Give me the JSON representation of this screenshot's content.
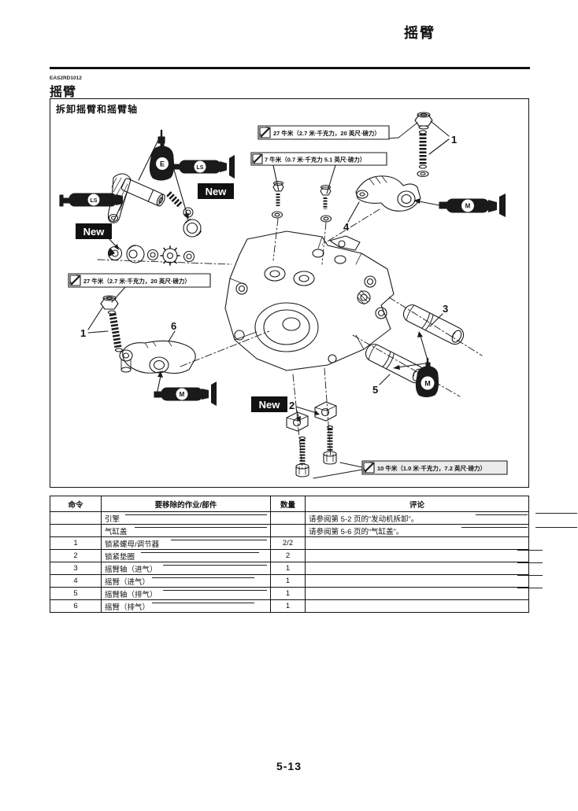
{
  "page": {
    "header_title": "摇臂",
    "section_code": "EAS2RD1012",
    "section_title": "摇臂",
    "page_number": "5-13"
  },
  "diagram": {
    "title": "拆卸摇臂和摇臂轴",
    "torque_notes": {
      "a": "27 牛米（2.7 米·千克力，20 英尺·磅力）",
      "b": "7 牛米（0.7 米·千克力 5.1 英尺·磅力）",
      "c": "27 牛米（2.7 米·千克力，20 英尺·磅力）",
      "d": "10 牛米（1.0 米·千克力，7.2 英尺·磅力）"
    },
    "markers": {
      "new_label": "New",
      "engine_oil": "E",
      "lithium_grease": "LS",
      "moly": "M"
    },
    "callouts": {
      "c1": "1",
      "c2": "2",
      "c3": "3",
      "c4": "4",
      "c5": "5",
      "c6": "6"
    }
  },
  "table": {
    "headers": {
      "order": "命令",
      "job": "要移除的作业/部件",
      "qty": "数量",
      "remarks": "评论"
    },
    "rows": [
      {
        "order": "",
        "job": "引擎",
        "qty": "",
        "remarks": "请参阅第 5-2 页的“发动机拆卸”。"
      },
      {
        "order": "",
        "job": "气缸盖",
        "qty": "",
        "remarks": "请参阅第 5-6 页的“气缸盖”。"
      },
      {
        "order": "1",
        "job": "锁紧螺母/调节器",
        "qty": "2/2",
        "remarks": ""
      },
      {
        "order": "2",
        "job": "锁紧垫圈",
        "qty": "2",
        "remarks": ""
      },
      {
        "order": "3",
        "job": "摇臂轴（进气）",
        "qty": "1",
        "remarks": ""
      },
      {
        "order": "4",
        "job": "摇臂（进气）",
        "qty": "1",
        "remarks": ""
      },
      {
        "order": "5",
        "job": "摇臂轴（排气）",
        "qty": "1",
        "remarks": ""
      },
      {
        "order": "6",
        "job": "摇臂（排气）",
        "qty": "1",
        "remarks": ""
      }
    ]
  }
}
